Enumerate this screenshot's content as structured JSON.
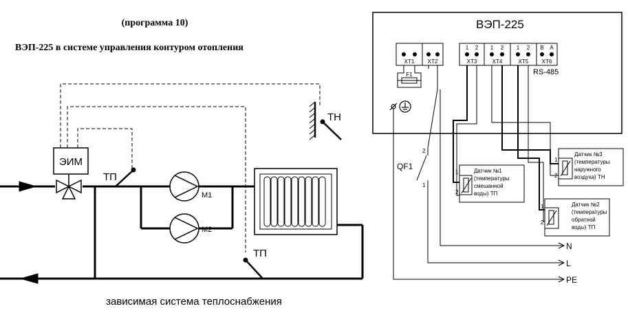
{
  "header": {
    "program": "(программа 10)",
    "subtitle": "ВЭП-225 в системе управления  контуром отопления"
  },
  "left_scheme": {
    "actuator_label": "ЭИМ",
    "pump1_label": "М1",
    "pump2_label": "М2",
    "sensor_tp_top_label": "ТП",
    "sensor_tp_bottom_label": "ТП",
    "sensor_tn_label": "ТН",
    "caption": "зависимая  система теплоснабжения"
  },
  "controller": {
    "title": "ВЭП-225",
    "terminals": [
      "XT1",
      "XT2",
      "XT3",
      "XT4",
      "XT5",
      "XT6"
    ],
    "pin_labels": [
      "1",
      "2",
      "1",
      "2",
      "1",
      "2",
      "B",
      "A"
    ],
    "fuse_label": "F1",
    "rs485_label": "RS-485"
  },
  "breaker": {
    "label": "QF1",
    "pin_top": "2",
    "pin_bottom": "1"
  },
  "sensors": [
    {
      "pin1": "1",
      "pin2": "2",
      "text": [
        "Датчик №1",
        "(температуры",
        "смешанной",
        "воды) ТП"
      ]
    },
    {
      "pin1": "1",
      "pin2": "2",
      "text": [
        "Датчик №3",
        "(температуры",
        "наружного",
        "воздуха) ТН"
      ]
    },
    {
      "pin1": "1",
      "pin2": "2",
      "text": [
        "Датчик №2",
        "(температуры",
        "обратной",
        "воды) ТП"
      ]
    }
  ],
  "lines": {
    "n": "N",
    "l": "L",
    "pe": "PE"
  }
}
